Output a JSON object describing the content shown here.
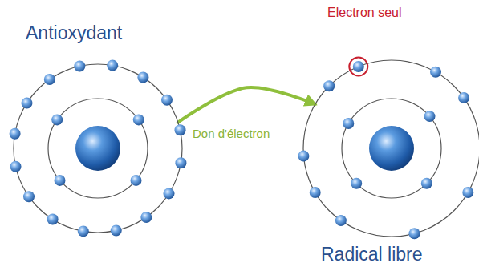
{
  "diagram": {
    "nodes": [
      {
        "text": [
          "Antioxydant"
        ]
      },
      {
        "text": [
          "Radical libre"
        ]
      }
    ],
    "edges": [
      {
        "from": 0,
        "to": 1,
        "label": "Don d'électron",
        "arrow": "to"
      }
    ],
    "labels": [
      "Electron seul"
    ]
  }
}
